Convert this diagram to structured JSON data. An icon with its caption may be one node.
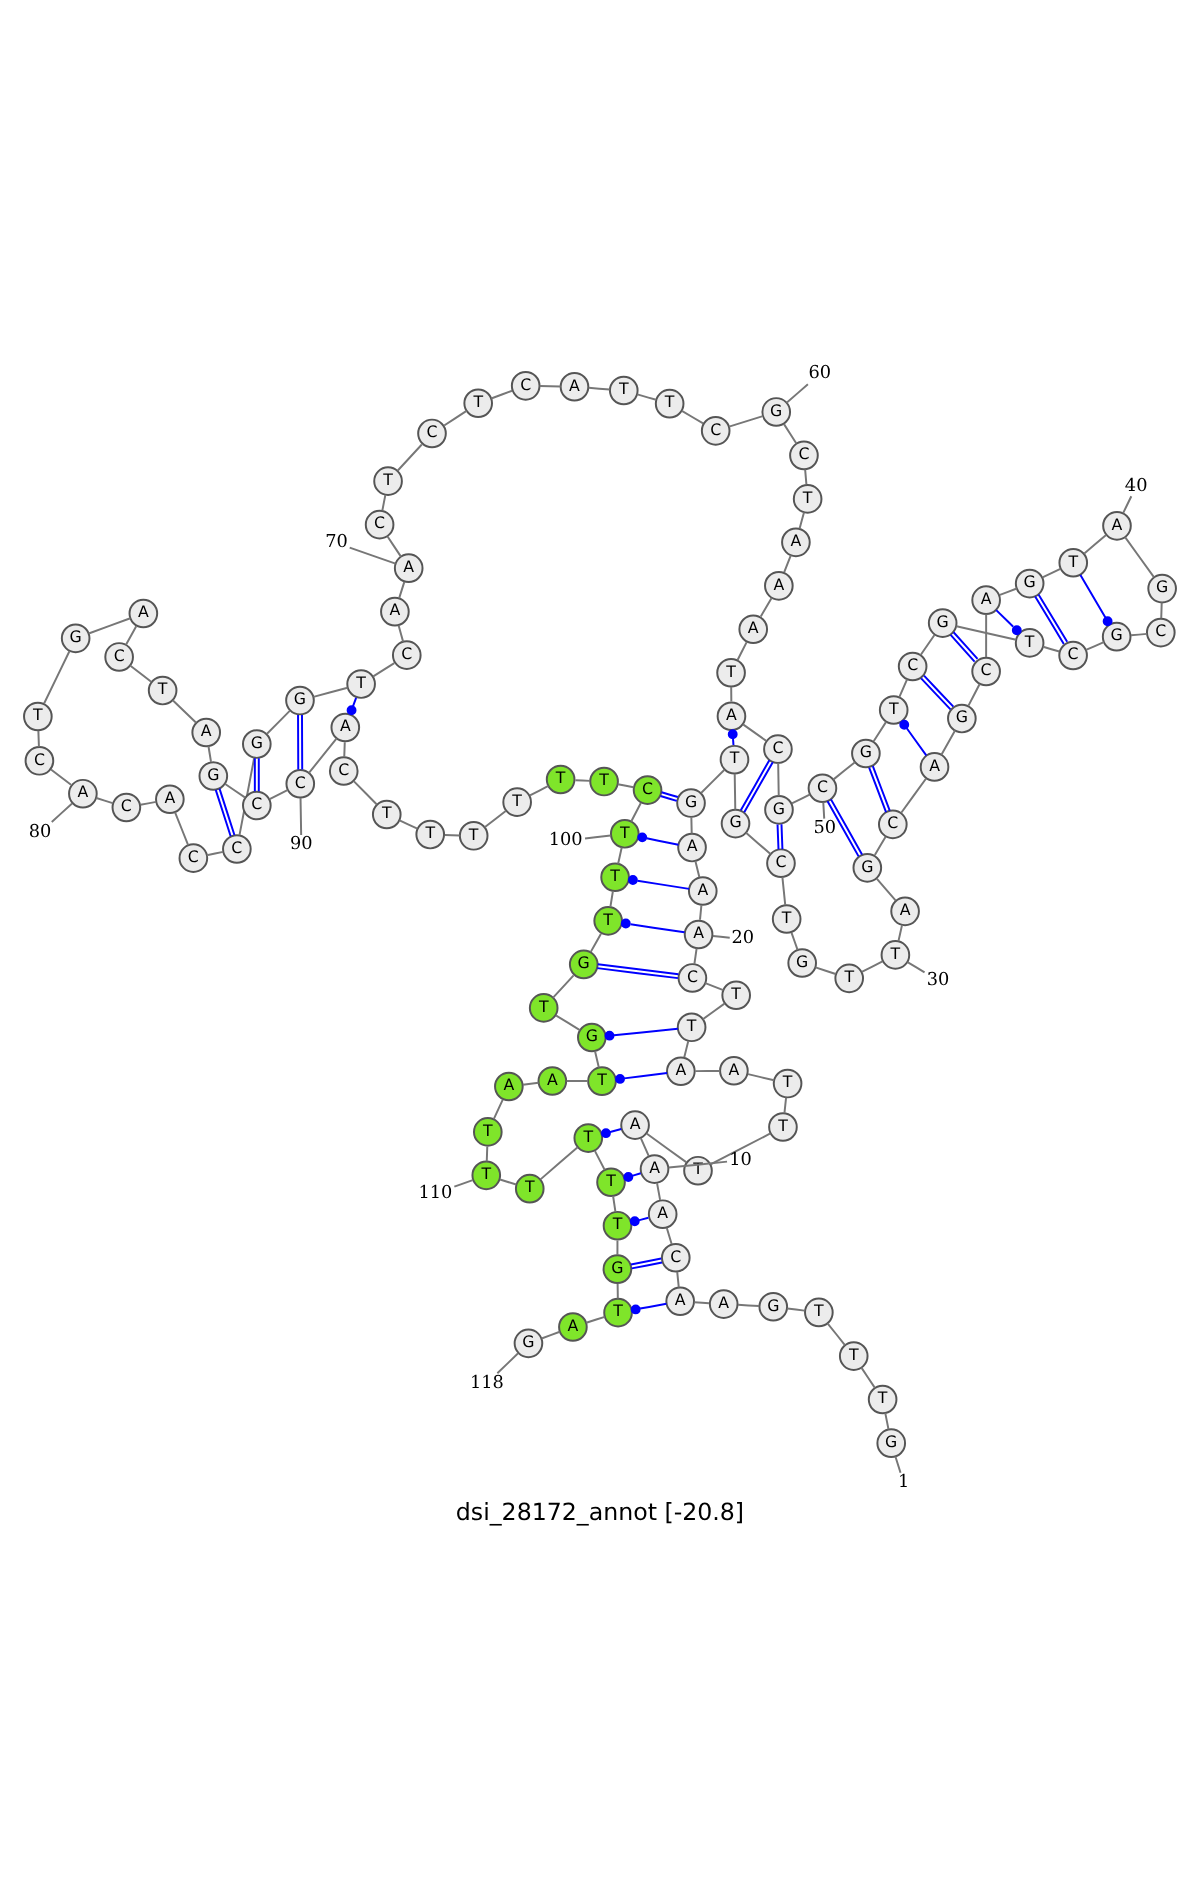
{
  "diagram": {
    "caption": "dsi_28172_annot [-20.8]",
    "nodes": [
      {
        "text": [
          "G"
        ]
      },
      {
        "text": [
          "T"
        ]
      },
      {
        "text": [
          "T"
        ]
      },
      {
        "text": [
          "T"
        ]
      },
      {
        "text": [
          "G"
        ]
      },
      {
        "text": [
          "A"
        ]
      },
      {
        "text": [
          "A"
        ]
      },
      {
        "text": [
          "C"
        ]
      },
      {
        "text": [
          "A"
        ]
      },
      {
        "text": [
          "A"
        ]
      },
      {
        "text": [
          "A"
        ]
      },
      {
        "text": [
          "T"
        ]
      },
      {
        "text": [
          "T"
        ]
      },
      {
        "text": [
          "T"
        ]
      },
      {
        "text": [
          "A"
        ]
      },
      {
        "text": [
          "A"
        ]
      },
      {
        "text": [
          "T"
        ]
      },
      {
        "text": [
          "T"
        ]
      },
      {
        "text": [
          "C"
        ]
      },
      {
        "text": [
          "A"
        ]
      },
      {
        "text": [
          "A"
        ]
      },
      {
        "text": [
          "A"
        ]
      },
      {
        "text": [
          "G"
        ]
      },
      {
        "text": [
          "T"
        ]
      },
      {
        "text": [
          "G"
        ]
      },
      {
        "text": [
          "C"
        ]
      },
      {
        "text": [
          "T"
        ]
      },
      {
        "text": [
          "G"
        ]
      },
      {
        "text": [
          "T"
        ]
      },
      {
        "text": [
          "T"
        ]
      },
      {
        "text": [
          "A"
        ]
      },
      {
        "text": [
          "G"
        ]
      },
      {
        "text": [
          "C"
        ]
      },
      {
        "text": [
          "A"
        ]
      },
      {
        "text": [
          "G"
        ]
      },
      {
        "text": [
          "C"
        ]
      },
      {
        "text": [
          "A"
        ]
      },
      {
        "text": [
          "G"
        ]
      },
      {
        "text": [
          "T"
        ]
      },
      {
        "text": [
          "A"
        ]
      },
      {
        "text": [
          "G"
        ]
      },
      {
        "text": [
          "C"
        ]
      },
      {
        "text": [
          "G"
        ]
      },
      {
        "text": [
          "C"
        ]
      },
      {
        "text": [
          "T"
        ]
      },
      {
        "text": [
          "G"
        ]
      },
      {
        "text": [
          "C"
        ]
      },
      {
        "text": [
          "T"
        ]
      },
      {
        "text": [
          "G"
        ]
      },
      {
        "text": [
          "C"
        ]
      },
      {
        "text": [
          "G"
        ]
      },
      {
        "text": [
          "C"
        ]
      },
      {
        "text": [
          "A"
        ]
      },
      {
        "text": [
          "T"
        ]
      },
      {
        "text": [
          "A"
        ]
      },
      {
        "text": [
          "A"
        ]
      },
      {
        "text": [
          "A"
        ]
      },
      {
        "text": [
          "T"
        ]
      },
      {
        "text": [
          "C"
        ]
      },
      {
        "text": [
          "G"
        ]
      },
      {
        "text": [
          "C"
        ]
      },
      {
        "text": [
          "T"
        ]
      },
      {
        "text": [
          "T"
        ]
      },
      {
        "text": [
          "A"
        ]
      },
      {
        "text": [
          "C"
        ]
      },
      {
        "text": [
          "T"
        ]
      },
      {
        "text": [
          "C"
        ]
      },
      {
        "text": [
          "T"
        ]
      },
      {
        "text": [
          "C"
        ]
      },
      {
        "text": [
          "A"
        ]
      },
      {
        "text": [
          "A"
        ]
      },
      {
        "text": [
          "C"
        ]
      },
      {
        "text": [
          "T"
        ]
      },
      {
        "text": [
          "G"
        ]
      },
      {
        "text": [
          "G"
        ]
      },
      {
        "text": [
          "C"
        ]
      },
      {
        "text": [
          "C"
        ]
      },
      {
        "text": [
          "A"
        ]
      },
      {
        "text": [
          "C"
        ]
      },
      {
        "text": [
          "A"
        ]
      },
      {
        "text": [
          "C"
        ]
      },
      {
        "text": [
          "T"
        ]
      },
      {
        "text": [
          "G"
        ]
      },
      {
        "text": [
          "A"
        ]
      },
      {
        "text": [
          "C"
        ]
      },
      {
        "text": [
          "T"
        ]
      },
      {
        "text": [
          "A"
        ]
      },
      {
        "text": [
          "G"
        ]
      },
      {
        "text": [
          "C"
        ]
      },
      {
        "text": [
          "C"
        ]
      },
      {
        "text": [
          "A"
        ]
      },
      {
        "text": [
          "C"
        ]
      },
      {
        "text": [
          "T"
        ]
      },
      {
        "text": [
          "T"
        ]
      },
      {
        "text": [
          "T"
        ]
      },
      {
        "text": [
          "T"
        ]
      },
      {
        "text": [
          "T"
        ]
      },
      {
        "text": [
          "T"
        ]
      },
      {
        "text": [
          "C"
        ]
      },
      {
        "text": [
          "T"
        ]
      },
      {
        "text": [
          "T"
        ]
      },
      {
        "text": [
          "T"
        ]
      },
      {
        "text": [
          "G"
        ]
      },
      {
        "text": [
          "T"
        ]
      },
      {
        "text": [
          "G"
        ]
      },
      {
        "text": [
          "T"
        ]
      },
      {
        "text": [
          "A"
        ]
      },
      {
        "text": [
          "A"
        ]
      },
      {
        "text": [
          "T"
        ]
      },
      {
        "text": [
          "T"
        ]
      },
      {
        "text": [
          "T"
        ]
      },
      {
        "text": [
          "T"
        ]
      },
      {
        "text": [
          "T"
        ]
      },
      {
        "text": [
          "T"
        ]
      },
      {
        "text": [
          "G"
        ]
      },
      {
        "text": [
          "T"
        ]
      },
      {
        "text": [
          "A"
        ]
      },
      {
        "text": [
          "G"
        ]
      },
      {
        "text": [
          "1"
        ]
      },
      {
        "text": [
          "10"
        ]
      },
      {
        "text": [
          "20"
        ]
      },
      {
        "text": [
          "30"
        ]
      },
      {
        "text": [
          "40"
        ]
      },
      {
        "text": [
          "50"
        ]
      },
      {
        "text": [
          "60"
        ]
      },
      {
        "text": [
          "70"
        ]
      },
      {
        "text": [
          "80"
        ]
      },
      {
        "text": [
          "90"
        ]
      },
      {
        "text": [
          "100"
        ]
      },
      {
        "text": [
          "110"
        ]
      },
      {
        "text": [
          "118"
        ]
      }
    ],
    "edges": [
      {
        "from": 0,
        "to": 1,
        "arrow": "none"
      },
      {
        "from": 1,
        "to": 2,
        "arrow": "none"
      },
      {
        "from": 2,
        "to": 3,
        "arrow": "none"
      },
      {
        "from": 3,
        "to": 4,
        "arrow": "none"
      },
      {
        "from": 4,
        "to": 5,
        "arrow": "none"
      },
      {
        "from": 5,
        "to": 6,
        "arrow": "none"
      },
      {
        "from": 6,
        "to": 7,
        "arrow": "none"
      },
      {
        "from": 7,
        "to": 8,
        "arrow": "none"
      },
      {
        "from": 8,
        "to": 9,
        "arrow": "none"
      },
      {
        "from": 9,
        "to": 10,
        "arrow": "none"
      },
      {
        "from": 10,
        "to": 11,
        "arrow": "none"
      },
      {
        "from": 11,
        "to": 12,
        "arrow": "none"
      },
      {
        "from": 12,
        "to": 13,
        "arrow": "none"
      },
      {
        "from": 13,
        "to": 14,
        "arrow": "none"
      },
      {
        "from": 14,
        "to": 15,
        "arrow": "none"
      },
      {
        "from": 15,
        "to": 16,
        "arrow": "none"
      },
      {
        "from": 16,
        "to": 17,
        "arrow": "none"
      },
      {
        "from": 17,
        "to": 18,
        "arrow": "none"
      },
      {
        "from": 18,
        "to": 19,
        "arrow": "none"
      },
      {
        "from": 19,
        "to": 20,
        "arrow": "none"
      },
      {
        "from": 20,
        "to": 21,
        "arrow": "none"
      },
      {
        "from": 21,
        "to": 22,
        "arrow": "none"
      },
      {
        "from": 22,
        "to": 23,
        "arrow": "none"
      },
      {
        "from": 23,
        "to": 24,
        "arrow": "none"
      },
      {
        "from": 24,
        "to": 25,
        "arrow": "none"
      },
      {
        "from": 25,
        "to": 26,
        "arrow": "none"
      },
      {
        "from": 26,
        "to": 27,
        "arrow": "none"
      },
      {
        "from": 27,
        "to": 28,
        "arrow": "none"
      },
      {
        "from": 28,
        "to": 29,
        "arrow": "none"
      },
      {
        "from": 29,
        "to": 30,
        "arrow": "none"
      },
      {
        "from": 30,
        "to": 31,
        "arrow": "none"
      },
      {
        "from": 31,
        "to": 32,
        "arrow": "none"
      },
      {
        "from": 32,
        "to": 33,
        "arrow": "none"
      },
      {
        "from": 33,
        "to": 34,
        "arrow": "none"
      },
      {
        "from": 34,
        "to": 35,
        "arrow": "none"
      },
      {
        "from": 35,
        "to": 36,
        "arrow": "none"
      },
      {
        "from": 36,
        "to": 37,
        "arrow": "none"
      },
      {
        "from": 37,
        "to": 38,
        "arrow": "none"
      },
      {
        "from": 38,
        "to": 39,
        "arrow": "none"
      },
      {
        "from": 39,
        "to": 40,
        "arrow": "none"
      },
      {
        "from": 40,
        "to": 41,
        "arrow": "none"
      },
      {
        "from": 41,
        "to": 42,
        "arrow": "none"
      },
      {
        "from": 42,
        "to": 43,
        "arrow": "none"
      },
      {
        "from": 43,
        "to": 44,
        "arrow": "none"
      },
      {
        "from": 44,
        "to": 45,
        "arrow": "none"
      },
      {
        "from": 45,
        "to": 46,
        "arrow": "none"
      },
      {
        "from": 46,
        "to": 47,
        "arrow": "none"
      },
      {
        "from": 47,
        "to": 48,
        "arrow": "none"
      },
      {
        "from": 48,
        "to": 49,
        "arrow": "none"
      },
      {
        "from": 49,
        "to": 50,
        "arrow": "none"
      },
      {
        "from": 50,
        "to": 51,
        "arrow": "none"
      },
      {
        "from": 51,
        "to": 52,
        "arrow": "none"
      },
      {
        "from": 52,
        "to": 53,
        "arrow": "none"
      },
      {
        "from": 53,
        "to": 54,
        "arrow": "none"
      },
      {
        "from": 54,
        "to": 55,
        "arrow": "none"
      },
      {
        "from": 55,
        "to": 56,
        "arrow": "none"
      },
      {
        "from": 56,
        "to": 57,
        "arrow": "none"
      },
      {
        "from": 57,
        "to": 58,
        "arrow": "none"
      },
      {
        "from": 58,
        "to": 59,
        "arrow": "none"
      },
      {
        "from": 59,
        "to": 60,
        "arrow": "none"
      },
      {
        "from": 60,
        "to": 61,
        "arrow": "none"
      },
      {
        "from": 61,
        "to": 62,
        "arrow": "none"
      },
      {
        "from": 62,
        "to": 63,
        "arrow": "none"
      },
      {
        "from": 63,
        "to": 64,
        "arrow": "none"
      },
      {
        "from": 64,
        "to": 65,
        "arrow": "none"
      },
      {
        "from": 65,
        "to": 66,
        "arrow": "none"
      },
      {
        "from": 66,
        "to": 67,
        "arrow": "none"
      },
      {
        "from": 67,
        "to": 68,
        "arrow": "none"
      },
      {
        "from": 68,
        "to": 69,
        "arrow": "none"
      },
      {
        "from": 69,
        "to": 70,
        "arrow": "none"
      },
      {
        "from": 70,
        "to": 71,
        "arrow": "none"
      },
      {
        "from": 71,
        "to": 72,
        "arrow": "none"
      },
      {
        "from": 72,
        "to": 73,
        "arrow": "none"
      },
      {
        "from": 73,
        "to": 74,
        "arrow": "none"
      },
      {
        "from": 74,
        "to": 75,
        "arrow": "none"
      },
      {
        "from": 75,
        "to": 76,
        "arrow": "none"
      },
      {
        "from": 76,
        "to": 77,
        "arrow": "none"
      },
      {
        "from": 77,
        "to": 78,
        "arrow": "none"
      },
      {
        "from": 78,
        "to": 79,
        "arrow": "none"
      },
      {
        "from": 79,
        "to": 80,
        "arrow": "none"
      },
      {
        "from": 80,
        "to": 81,
        "arrow": "none"
      },
      {
        "from": 81,
        "to": 82,
        "arrow": "none"
      },
      {
        "from": 82,
        "to": 83,
        "arrow": "none"
      },
      {
        "from": 83,
        "to": 84,
        "arrow": "none"
      },
      {
        "from": 84,
        "to": 85,
        "arrow": "none"
      },
      {
        "from": 85,
        "to": 86,
        "arrow": "none"
      },
      {
        "from": 86,
        "to": 87,
        "arrow": "none"
      },
      {
        "from": 87,
        "to": 88,
        "arrow": "none"
      },
      {
        "from": 88,
        "to": 89,
        "arrow": "none"
      },
      {
        "from": 89,
        "to": 90,
        "arrow": "none"
      },
      {
        "from": 90,
        "to": 91,
        "arrow": "none"
      },
      {
        "from": 91,
        "to": 92,
        "arrow": "none"
      },
      {
        "from": 92,
        "to": 93,
        "arrow": "none"
      },
      {
        "from": 93,
        "to": 94,
        "arrow": "none"
      },
      {
        "from": 94,
        "to": 95,
        "arrow": "none"
      },
      {
        "from": 95,
        "to": 96,
        "arrow": "none"
      },
      {
        "from": 96,
        "to": 97,
        "arrow": "none"
      },
      {
        "from": 97,
        "to": 98,
        "arrow": "none"
      },
      {
        "from": 98,
        "to": 99,
        "arrow": "none"
      },
      {
        "from": 99,
        "to": 100,
        "arrow": "none"
      },
      {
        "from": 100,
        "to": 101,
        "arrow": "none"
      },
      {
        "from": 101,
        "to": 102,
        "arrow": "none"
      },
      {
        "from": 102,
        "to": 103,
        "arrow": "none"
      },
      {
        "from": 103,
        "to": 104,
        "arrow": "none"
      },
      {
        "from": 104,
        "to": 105,
        "arrow": "none"
      },
      {
        "from": 105,
        "to": 106,
        "arrow": "none"
      },
      {
        "from": 106,
        "to": 107,
        "arrow": "none"
      },
      {
        "from": 107,
        "to": 108,
        "arrow": "none"
      },
      {
        "from": 108,
        "to": 109,
        "arrow": "none"
      },
      {
        "from": 109,
        "to": 110,
        "arrow": "none"
      },
      {
        "from": 110,
        "to": 111,
        "arrow": "none"
      },
      {
        "from": 111,
        "to": 112,
        "arrow": "none"
      },
      {
        "from": 112,
        "to": 113,
        "arrow": "none"
      },
      {
        "from": 113,
        "to": 114,
        "arrow": "none"
      },
      {
        "from": 114,
        "to": 115,
        "arrow": "none"
      },
      {
        "from": 115,
        "to": 116,
        "arrow": "none"
      },
      {
        "from": 116,
        "to": 117,
        "arrow": "none"
      },
      {
        "from": 6,
        "to": 115,
        "arrow": "other",
        "color": "#0000ff"
      },
      {
        "from": 7,
        "to": 114,
        "arrow": "none",
        "color": "#0000ff"
      },
      {
        "from": 8,
        "to": 113,
        "arrow": "other",
        "color": "#0000ff"
      },
      {
        "from": 9,
        "to": 112,
        "arrow": "other",
        "color": "#0000ff"
      },
      {
        "from": 10,
        "to": 111,
        "arrow": "other",
        "color": "#0000ff"
      },
      {
        "from": 15,
        "to": 105,
        "arrow": "other",
        "color": "#0000ff"
      },
      {
        "from": 16,
        "to": 104,
        "arrow": "other",
        "color": "#0000ff"
      },
      {
        "from": 18,
        "to": 102,
        "arrow": "none",
        "color": "#0000ff"
      },
      {
        "from": 19,
        "to": 101,
        "arrow": "other",
        "color": "#0000ff"
      },
      {
        "from": 20,
        "to": 100,
        "arrow": "other",
        "color": "#0000ff"
      },
      {
        "from": 21,
        "to": 99,
        "arrow": "other",
        "color": "#0000ff"
      },
      {
        "from": 22,
        "to": 98,
        "arrow": "none",
        "color": "#0000ff"
      },
      {
        "from": 23,
        "to": 52,
        "arrow": "other",
        "color": "#0000ff"
      },
      {
        "from": 24,
        "to": 51,
        "arrow": "none",
        "color": "#0000ff"
      },
      {
        "from": 25,
        "to": 50,
        "arrow": "none",
        "color": "#0000ff"
      },
      {
        "from": 31,
        "to": 49,
        "arrow": "none",
        "color": "#0000ff"
      },
      {
        "from": 32,
        "to": 48,
        "arrow": "none",
        "color": "#0000ff"
      },
      {
        "from": 33,
        "to": 47,
        "arrow": "other",
        "color": "#0000ff"
      },
      {
        "from": 34,
        "to": 46,
        "arrow": "none",
        "color": "#0000ff"
      },
      {
        "from": 35,
        "to": 45,
        "arrow": "none",
        "color": "#0000ff"
      },
      {
        "from": 36,
        "to": 44,
        "arrow": "other",
        "color": "#0000ff"
      },
      {
        "from": 37,
        "to": 43,
        "arrow": "none",
        "color": "#0000ff"
      },
      {
        "from": 38,
        "to": 42,
        "arrow": "other",
        "color": "#0000ff"
      },
      {
        "from": 72,
        "to": 90,
        "arrow": "other",
        "color": "#0000ff"
      },
      {
        "from": 73,
        "to": 89,
        "arrow": "none",
        "color": "#0000ff"
      },
      {
        "from": 74,
        "to": 88,
        "arrow": "none",
        "color": "#0000ff"
      },
      {
        "from": 75,
        "to": 87,
        "arrow": "none",
        "color": "#0000ff"
      },
      {
        "from": 118,
        "to": 0,
        "arrow": "none"
      },
      {
        "from": 119,
        "to": 9,
        "arrow": "none"
      },
      {
        "from": 120,
        "to": 19,
        "arrow": "none"
      },
      {
        "from": 121,
        "to": 29,
        "arrow": "none"
      },
      {
        "from": 122,
        "to": 39,
        "arrow": "none"
      },
      {
        "from": 123,
        "to": 49,
        "arrow": "none"
      },
      {
        "from": 124,
        "to": 59,
        "arrow": "none"
      },
      {
        "from": 125,
        "to": 69,
        "arrow": "none"
      },
      {
        "from": 126,
        "to": 79,
        "arrow": "none"
      },
      {
        "from": 127,
        "to": 89,
        "arrow": "none"
      },
      {
        "from": 128,
        "to": 99,
        "arrow": "none"
      },
      {
        "from": 129,
        "to": 109,
        "arrow": "none"
      },
      {
        "from": 130,
        "to": 117,
        "arrow": "none"
      }
    ]
  }
}
